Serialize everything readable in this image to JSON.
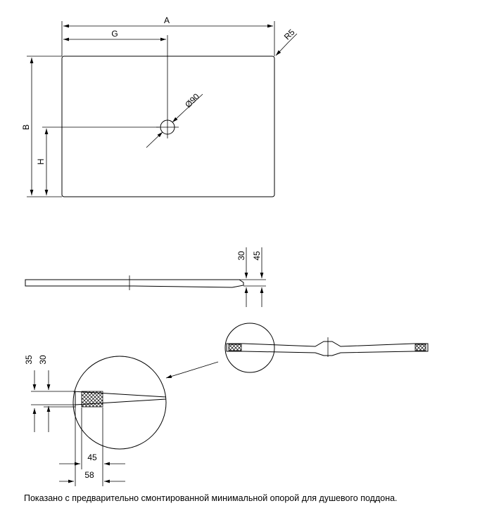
{
  "dimensions": {
    "a": "A",
    "g": "G",
    "b": "B",
    "h": "H",
    "r5": "R5",
    "d90": "Ø90",
    "s30": "30",
    "s45": "45",
    "d35": "35",
    "d30": "30",
    "d45": "45",
    "d58": "58"
  },
  "caption": "Показано с предварительно смонтированной минимальной опорой для душевого поддона."
}
